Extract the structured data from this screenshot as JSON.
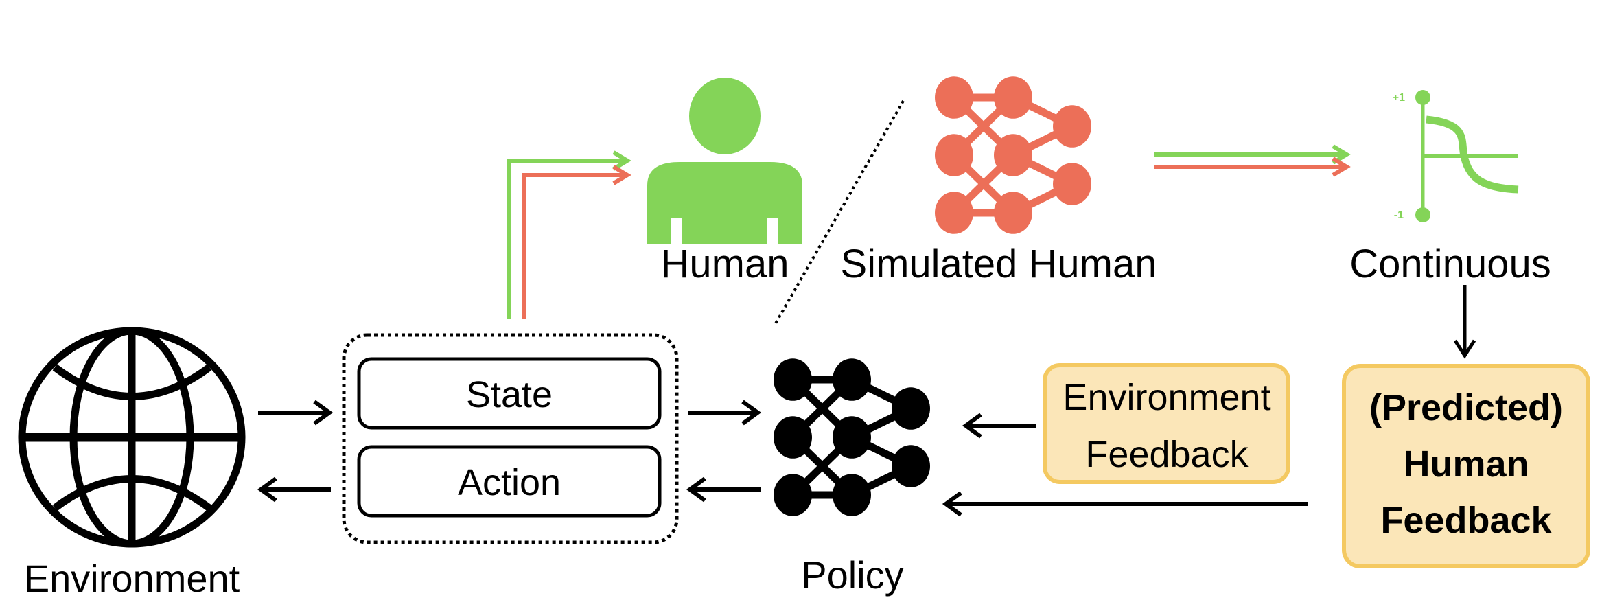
{
  "colors": {
    "human": "#84D458",
    "simulated": "#EC6F58",
    "feedback_fill": "#FBE6B8",
    "feedback_border": "#F4C961",
    "ink": "#000000"
  },
  "labels": {
    "environment": "Environment",
    "policy": "Policy",
    "human": "Human",
    "simulated_human": "Simulated Human",
    "continuous": "Continuous",
    "state": "State",
    "action": "Action",
    "env_feedback_line1": "Environment",
    "env_feedback_line2": "Feedback",
    "human_feedback_line1": "(Predicted)",
    "human_feedback_line2": "Human",
    "human_feedback_line3": "Feedback",
    "scale_plus": "+1",
    "scale_minus": "-1"
  },
  "icons": {
    "environment": "globe-icon",
    "policy": "neural-network-icon",
    "human": "person-icon",
    "simulated_human": "neural-network-icon",
    "continuous": "continuous-scale-icon"
  }
}
